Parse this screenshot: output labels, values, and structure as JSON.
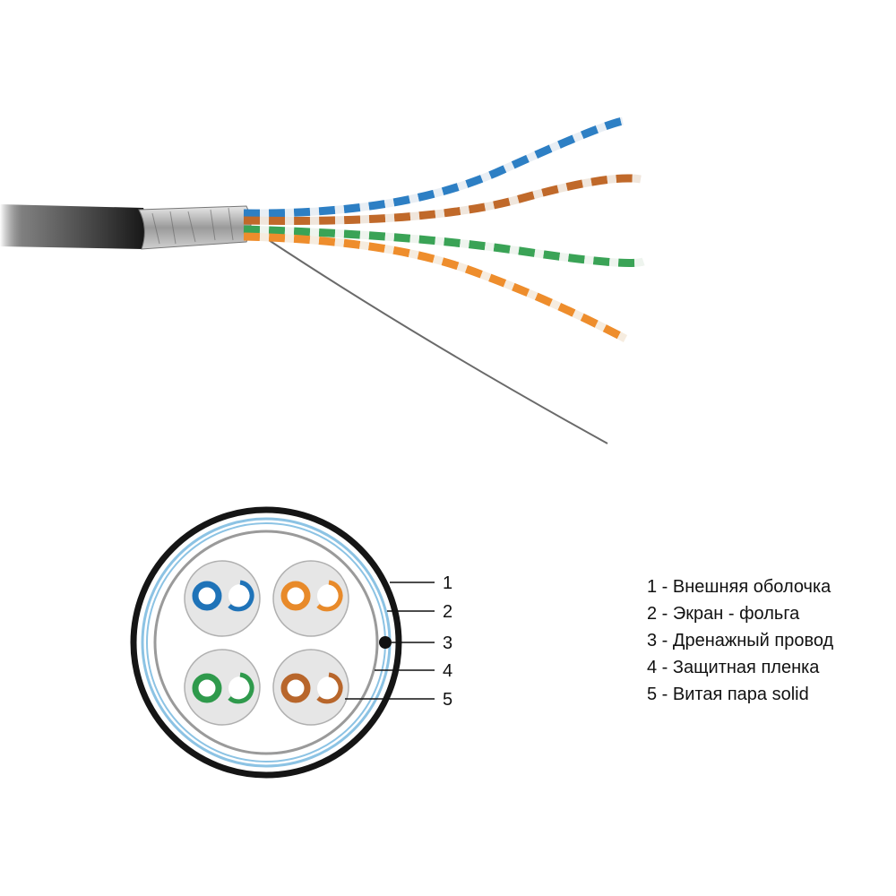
{
  "callouts": [
    "1",
    "2",
    "3",
    "4",
    "5"
  ],
  "legend": [
    "1 - Внешняя оболочка",
    "2 - Экран - фольга",
    "3 - Дренажный провод",
    "4 - Защитная пленка",
    "5 - Витая пара solid"
  ],
  "colors": {
    "jacket": "#1a1a1a",
    "foil": "#8fc4e3",
    "film": "#a0a0a0",
    "blue": "#1f73b8",
    "orange": "#e88a2a",
    "green": "#2f9a4c",
    "brown": "#b8662b",
    "white": "#ffffff"
  },
  "icons": [
    "cable-photo",
    "cable-cross-section"
  ]
}
